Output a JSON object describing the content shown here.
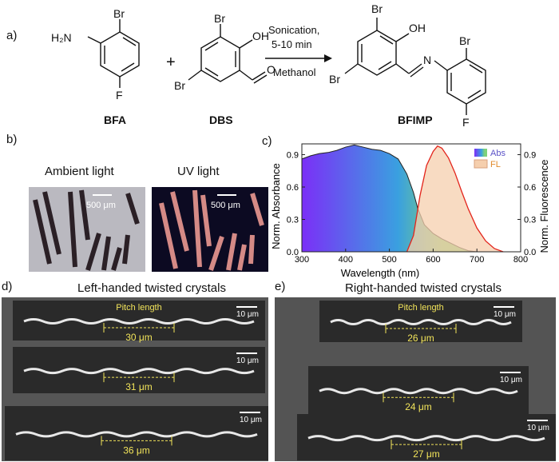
{
  "panels": {
    "a": "a)",
    "b": "b)",
    "c": "c)",
    "d": "d)",
    "e": "e)"
  },
  "reaction": {
    "reactant1": "BFA",
    "reactant2": "DBS",
    "product": "BFIMP",
    "plus": "+",
    "condition_top_1": "Sonication,",
    "condition_top_2": "5-10 min",
    "condition_bottom": "Methanol",
    "atoms": {
      "br": "Br",
      "f": "F",
      "nh2": "H₂N",
      "oh": "OH",
      "o": "O",
      "n": "N"
    }
  },
  "micrographs": {
    "ambient_title": "Ambient light",
    "uv_title": "UV light",
    "scale_label": "500 μm"
  },
  "chart_data": {
    "type": "area",
    "xlabel": "Wavelength (nm)",
    "ylabel_left": "Norm. Absorbance",
    "ylabel_right": "Norm. Fluorescence",
    "xlim": [
      300,
      800
    ],
    "ylim": [
      0,
      1.0
    ],
    "xticks": [
      300,
      400,
      500,
      600,
      700,
      800
    ],
    "yticks": [
      0.0,
      0.3,
      0.6,
      0.9
    ],
    "legend_position": "top-right",
    "series": [
      {
        "name": "Abs",
        "x": [
          300,
          320,
          340,
          360,
          380,
          400,
          420,
          440,
          460,
          480,
          500,
          520,
          540,
          555,
          565,
          580,
          600,
          620,
          640,
          660,
          680,
          700
        ],
        "y": [
          0.86,
          0.89,
          0.91,
          0.92,
          0.94,
          0.97,
          0.99,
          0.97,
          0.95,
          0.94,
          0.91,
          0.86,
          0.72,
          0.55,
          0.4,
          0.25,
          0.17,
          0.12,
          0.08,
          0.04,
          0.01,
          0.0
        ]
      },
      {
        "name": "FL",
        "x": [
          540,
          555,
          570,
          585,
          600,
          610,
          620,
          635,
          650,
          665,
          680,
          700,
          720,
          740,
          760
        ],
        "y": [
          0.0,
          0.15,
          0.52,
          0.8,
          0.93,
          0.98,
          0.96,
          0.87,
          0.73,
          0.56,
          0.4,
          0.22,
          0.1,
          0.03,
          0.0
        ]
      }
    ],
    "colors": {
      "abs_start": "#7b2ff7",
      "abs_mid": "#3aa0e0",
      "abs_end": "#7ed27a",
      "fl_fill": "#f5cfae",
      "fl_line": "#e3241b"
    }
  },
  "sem": {
    "left_title": "Left-handed twisted crystals",
    "right_title": "Right-handed twisted crystals",
    "pitch_label": "Pitch length",
    "scale_label": "10 μm",
    "left_values": [
      "30 μm",
      "31 μm",
      "36 μm"
    ],
    "right_values": [
      "26 μm",
      "24 μm",
      "27 μm"
    ]
  }
}
